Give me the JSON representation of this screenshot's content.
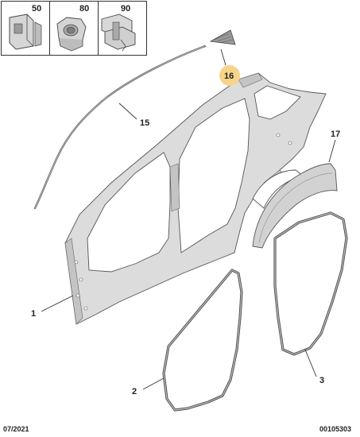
{
  "footer": {
    "date": "07/2021",
    "ref": "00105303"
  },
  "thumbnails": [
    {
      "label": "50",
      "icon": "clip-icon"
    },
    {
      "label": "80",
      "icon": "nut-icon"
    },
    {
      "label": "90",
      "icon": "fastener-icon"
    }
  ],
  "callouts": {
    "c1": "1",
    "c2": "2",
    "c3": "3",
    "c15": "15",
    "c16": "16",
    "c17": "17"
  },
  "colors": {
    "highlight": "#f7d48a",
    "panel": "#dcdcdc",
    "line": "#555555"
  }
}
